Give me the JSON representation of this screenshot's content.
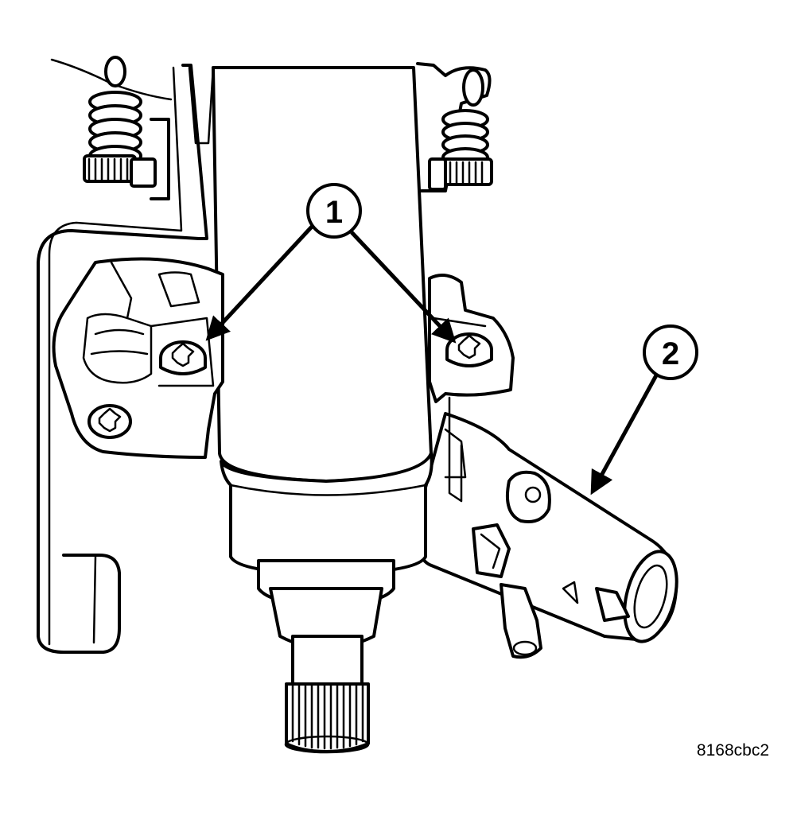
{
  "callouts": {
    "one": "1",
    "two": "2"
  },
  "figure_id": "8168cbc2",
  "colors": {
    "line": "#000000",
    "background": "#ffffff"
  }
}
